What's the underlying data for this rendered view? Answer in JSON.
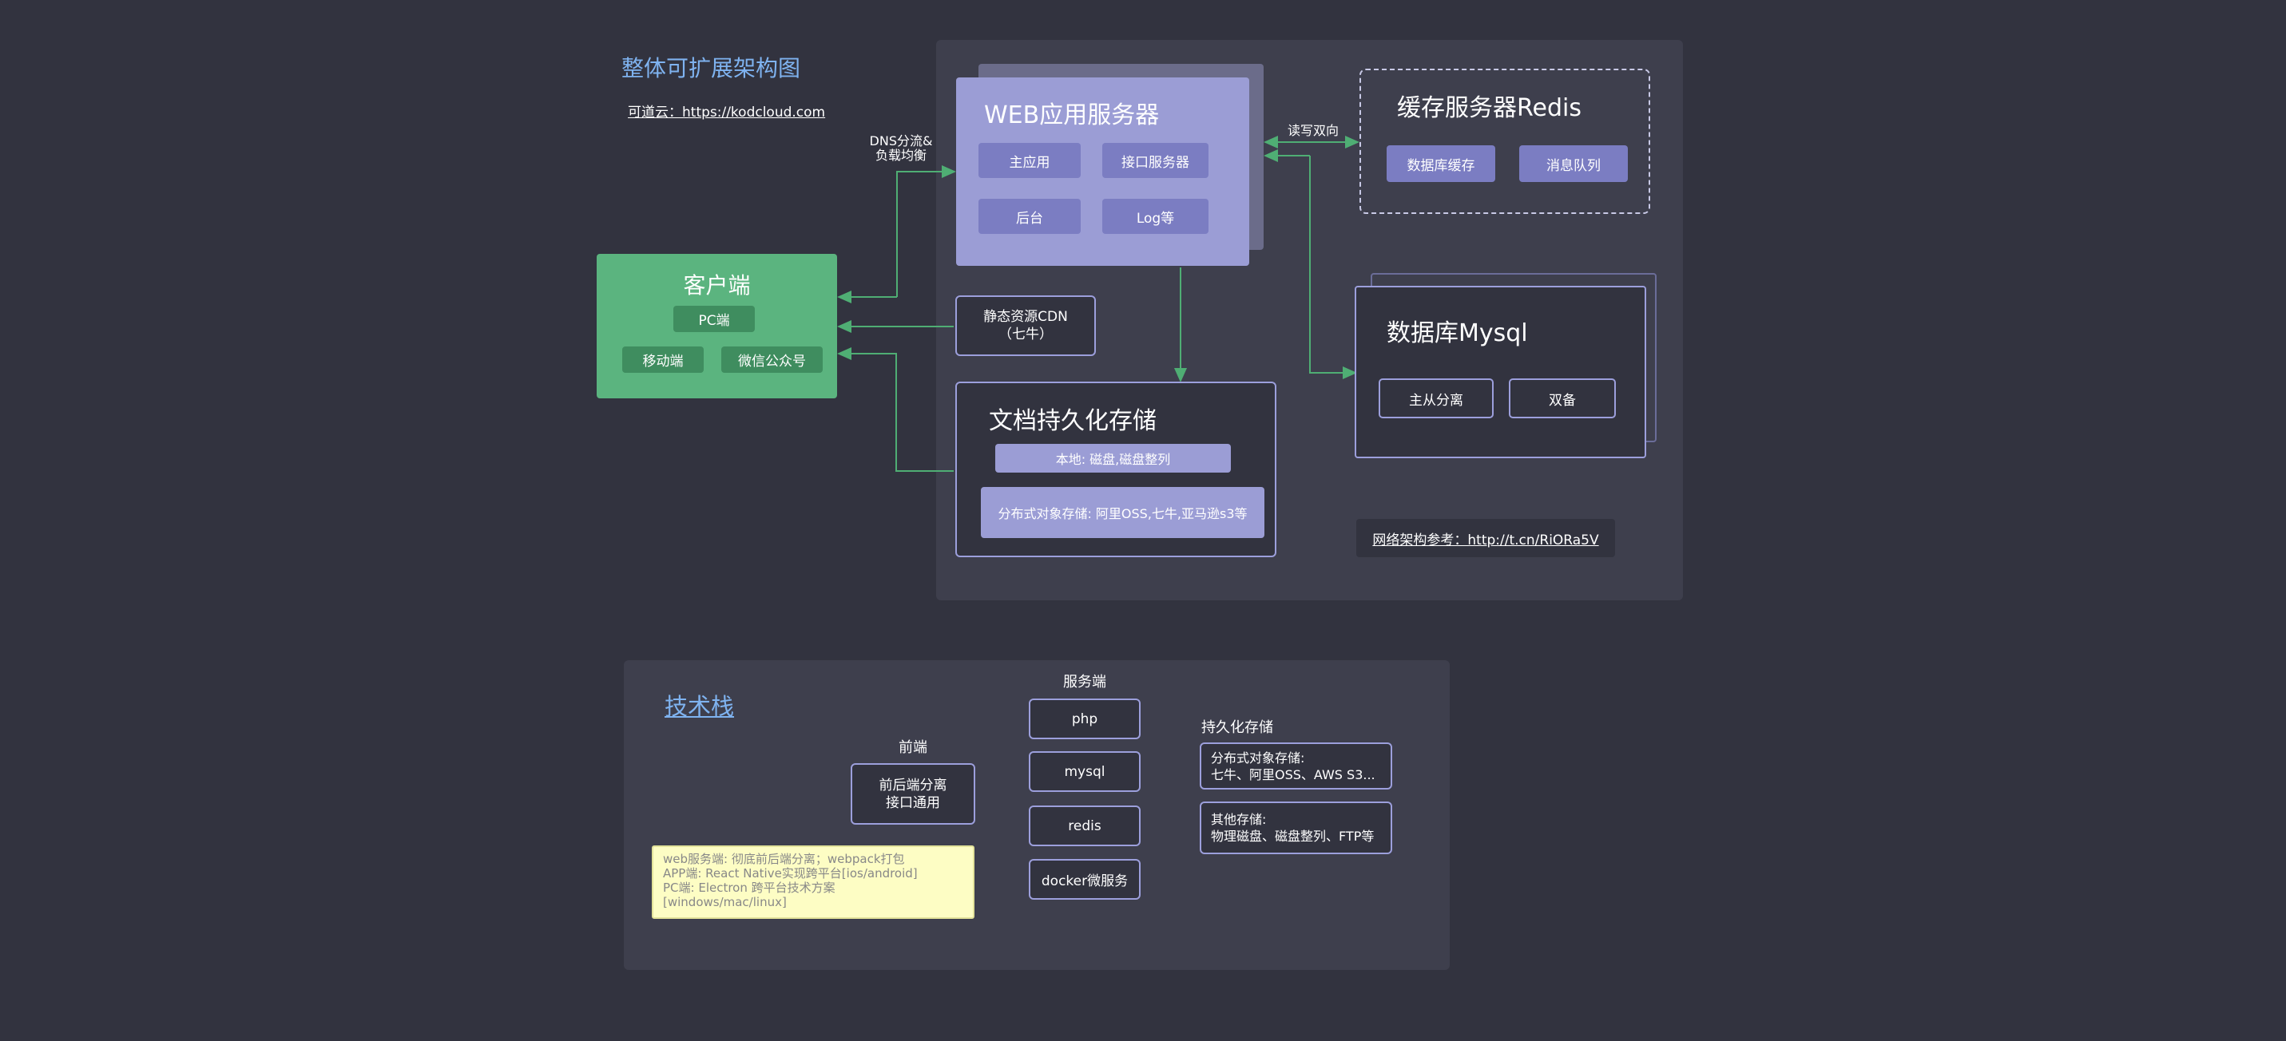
{
  "title": "整体可扩展架构图",
  "kodcloud_link": "可道云：https://kodcloud.com",
  "dns_label_1": "DNS分流&",
  "dns_label_2": "负载均衡",
  "rw_label": "读写双向",
  "web_server": {
    "title": "WEB应用服务器",
    "items": [
      "主应用",
      "接口服务器",
      "后台",
      "Log等"
    ]
  },
  "redis": {
    "title": "缓存服务器Redis",
    "items": [
      "数据库缓存",
      "消息队列"
    ]
  },
  "client": {
    "title": "客户端",
    "items": [
      "PC端",
      "移动端",
      "微信公众号"
    ]
  },
  "cdn": {
    "line1": "静态资源CDN",
    "line2": "（七牛）"
  },
  "storage": {
    "title": "文档持久化存储",
    "local": "本地: 磁盘,磁盘整列",
    "distributed": "分布式对象存储: 阿里OSS,七牛,亚马逊s3等"
  },
  "mysql": {
    "title": "数据库Mysql",
    "items": [
      "主从分离",
      "双备"
    ]
  },
  "network_ref": "网络架构参考：http://t.cn/RiORa5V",
  "tech": {
    "title": "技术栈",
    "frontend_label": "前端",
    "frontend_box_1": "前后端分离",
    "frontend_box_2": "接口通用",
    "server_label": "服务端",
    "server_items": [
      "php",
      "mysql",
      "redis",
      "docker微服务"
    ],
    "persist_label": "持久化存储",
    "persist_box1_1": "分布式对象存储:",
    "persist_box1_2": "七牛、阿里OSS、AWS S3...",
    "persist_box2_1": "其他存储:",
    "persist_box2_2": "物理磁盘、磁盘整列、FTP等",
    "note_lines": [
      "web服务端: 彻底前后端分离；webpack打包",
      "APP端: React Native实现跨平台[ios/android]",
      "PC端:   Electron 跨平台技术方案",
      "[windows/mac/linux]"
    ]
  },
  "colors": {
    "background": "#32333f",
    "panel": "#3e3f4d",
    "purple": "#9c9fdc",
    "chip": "#7b7dc2",
    "green": "#5bb47f",
    "arrow": "#4fae74",
    "title_blue": "#7fb3f0",
    "note": "#fdfdc4"
  }
}
